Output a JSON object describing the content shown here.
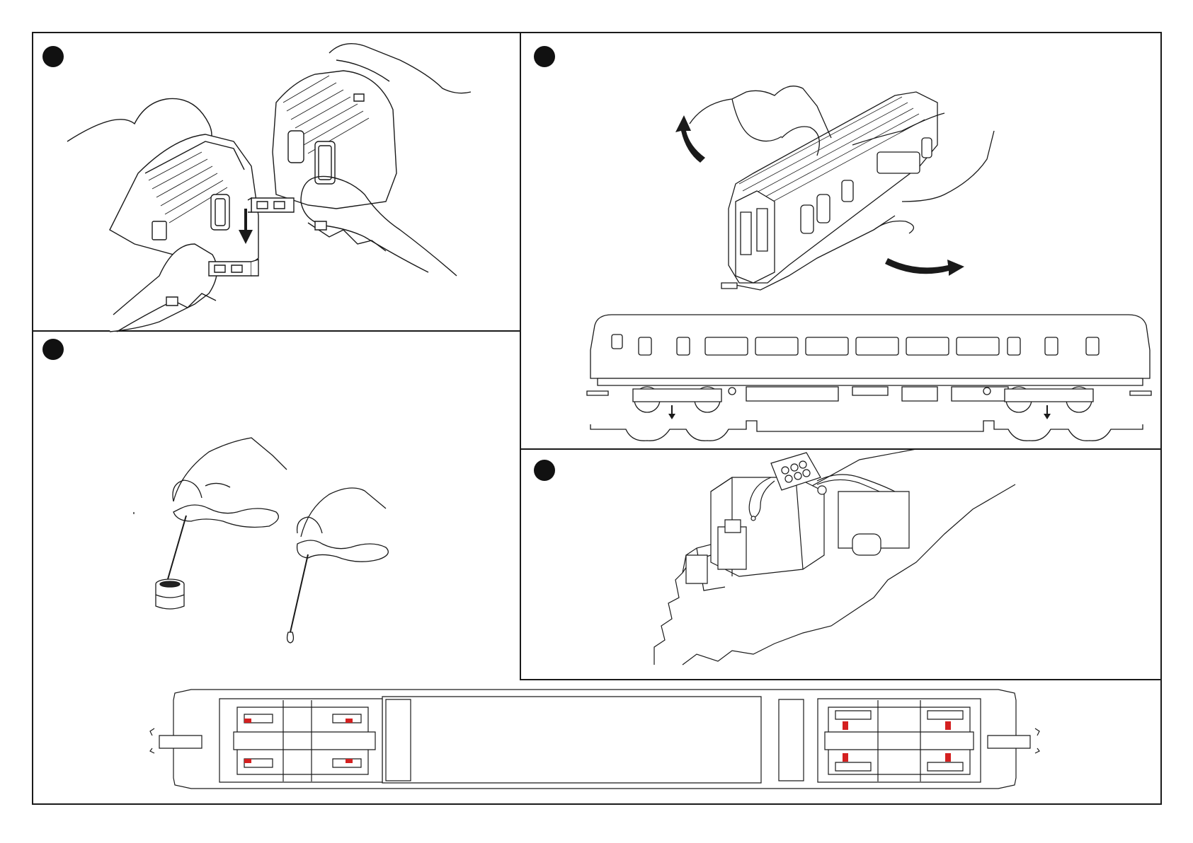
{
  "document": {
    "panels": [
      {
        "id": "coupling",
        "step_marker": "filled-circle"
      },
      {
        "id": "body-removal",
        "step_marker": "filled-circle"
      },
      {
        "id": "wheel-cleaning",
        "step_marker": "filled-circle"
      },
      {
        "id": "decoder-socket",
        "step_marker": "filled-circle"
      }
    ],
    "footer": {
      "text": ""
    },
    "colors": {
      "line": "#1a1a1a",
      "lubrication_points": "#d42020"
    }
  }
}
